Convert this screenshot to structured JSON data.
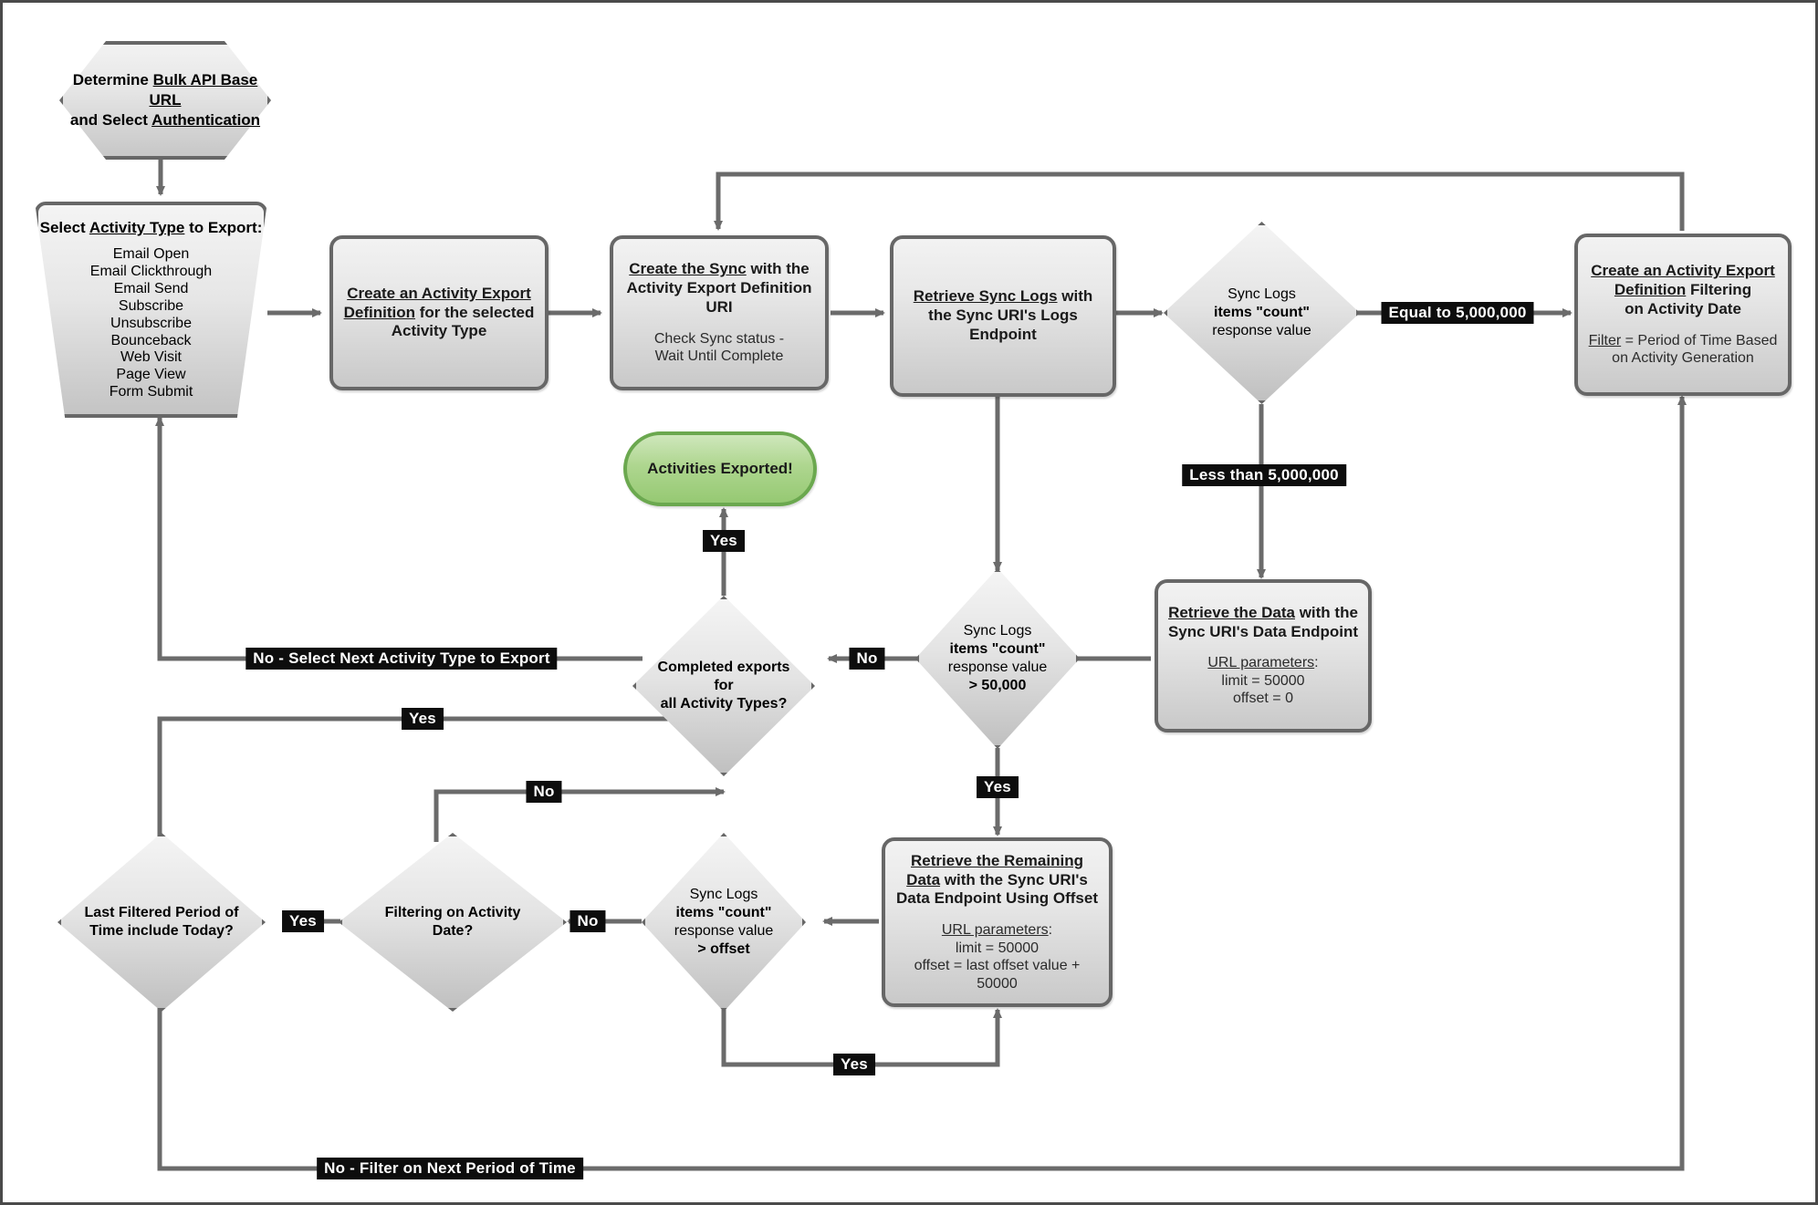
{
  "diagram": {
    "title": "Eloqua Bulk API Activity Export Flowchart",
    "nodes": {
      "start": {
        "line1_pre": "Determine ",
        "line1_u": "Bulk API Base URL",
        "line2_pre": "and Select ",
        "line2_u": "Authentication"
      },
      "select_activity": {
        "title_pre": "Select ",
        "title_u": "Activity Type",
        "title_post": " to Export:",
        "items": [
          "Email Open",
          "Email Clickthrough",
          "Email Send",
          "Subscribe",
          "Unsubscribe",
          "Bounceback",
          "Web Visit",
          "Page View",
          "Form Submit"
        ]
      },
      "create_export_def": {
        "u": "Create an Activity Export Definition",
        "rest": " for the selected Activity Type"
      },
      "create_sync": {
        "u": "Create the Sync",
        "rest": " with the Activity Export Definition URI",
        "sub1": "Check Sync status -",
        "sub2": "Wait Until Complete"
      },
      "retrieve_sync_logs": {
        "u": "Retrieve Sync Logs",
        "rest": " with the Sync URI's Logs Endpoint"
      },
      "sync_logs_count_5m": {
        "l1": "Sync Logs",
        "l2": "items \"count\"",
        "l3": "response value"
      },
      "create_export_def_filter": {
        "u1": "Create an Activity Export",
        "u2": "Definition",
        "rest2": " Filtering",
        "line3": "on Activity Date",
        "sub_u": "Filter",
        "sub_rest": " = Period of Time Based on Activity Generation"
      },
      "retrieve_data": {
        "u": "Retrieve the Data",
        "rest": " with the Sync URI's Data Endpoint",
        "sub_u": "URL parameters",
        "sub_colon": ":",
        "sub_line1": "limit = 50000",
        "sub_line2": "offset = 0"
      },
      "sync_logs_gt_50k": {
        "l1": "Sync Logs",
        "l2": "items \"count\"",
        "l3": "response value",
        "l4": "> 50,000"
      },
      "retrieve_remaining": {
        "u": "Retrieve the Remaining Data",
        "rest": " with the Sync URI's Data Endpoint Using Offset",
        "line3": "Using Offset",
        "sub_u": "URL parameters",
        "sub_colon": ":",
        "sub_line1": "limit = 50000",
        "sub_line2": "offset = last offset value + 50000"
      },
      "sync_logs_gt_offset": {
        "l1": "Sync Logs",
        "l2": "items \"count\"",
        "l3": "response value",
        "l4": "> offset"
      },
      "completed_exports": {
        "l1": "Completed exports for",
        "l2": "all Activity Types?"
      },
      "filtering_on_activity_date": {
        "l1": "Filtering on Activity Date?"
      },
      "last_filtered_period": {
        "l1": "Last Filtered Period of",
        "l2": "Time include Today?"
      },
      "activities_exported": {
        "label": "Activities Exported!"
      }
    },
    "edge_labels": {
      "equal_5m": "Equal to 5,000,000",
      "less_5m": "Less than 5,000,000",
      "yes_exported": "Yes",
      "no_completed": "No",
      "no_select_next": "No - Select Next Activity Type to Export",
      "yes_from_last_filtered": "Yes",
      "no_from_filtering": "No",
      "yes_gt50k": "Yes",
      "yes_gt_offset": "Yes",
      "no_gt_offset": "No",
      "yes_filtering_date": "Yes",
      "no_filter_next_period": "No - Filter on Next Period of Time"
    },
    "colors": {
      "node_border": "#676767",
      "node_fill_top": "#f2f2f2",
      "node_fill_bottom": "#c9c9c9",
      "terminator_green_border": "#6ba84f",
      "terminator_green_fill": "#aed68f",
      "edge_line": "#6b6b6b",
      "edge_label_bg": "#0d0d0d",
      "edge_label_text": "#ffffff",
      "canvas_border": "#4a4a4a"
    }
  }
}
